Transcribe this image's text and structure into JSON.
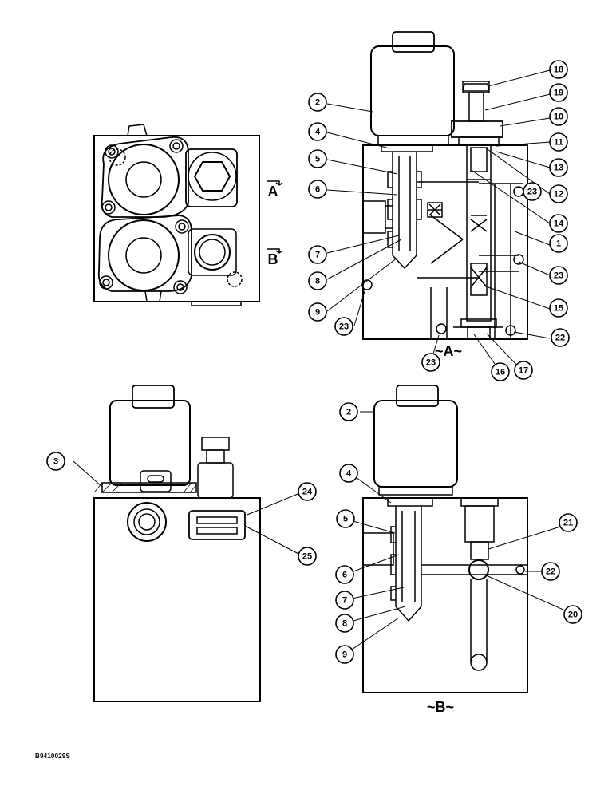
{
  "figure": {
    "caption": "B9410029S",
    "section_marks": {
      "a": "A",
      "b": "B"
    },
    "section_labels": {
      "a": "~A~",
      "b": "~B~"
    }
  },
  "callouts": {
    "tr": [
      "2",
      "4",
      "5",
      "6",
      "7",
      "8",
      "9",
      "23",
      "18",
      "19",
      "10",
      "11",
      "13",
      "12",
      "23",
      "14",
      "1",
      "23",
      "15",
      "22",
      "17",
      "16",
      "23"
    ],
    "bl": [
      "3",
      "24",
      "25"
    ],
    "br": [
      "2",
      "4",
      "5",
      "6",
      "7",
      "8",
      "9",
      "21",
      "22",
      "20"
    ]
  }
}
